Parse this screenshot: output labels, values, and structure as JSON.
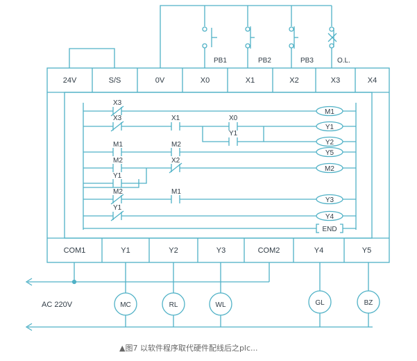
{
  "colors": {
    "wire": "#4fb1c6",
    "text": "#2f3b45",
    "caption": "#666666"
  },
  "top_terminals": [
    "24V",
    "S/S",
    "0V",
    "X0",
    "X1",
    "X2",
    "X3",
    "X4"
  ],
  "bottom_terminals": [
    "COM1",
    "Y1",
    "Y2",
    "Y3",
    "COM2",
    "Y4",
    "Y5"
  ],
  "inputs": {
    "pb1": "PB1",
    "pb2": "PB2",
    "pb3": "PB3",
    "ol": "O.L."
  },
  "ladder": {
    "r1_contact": "X3",
    "r1_coil": "M1",
    "r2_c1": "X3",
    "r2_c2": "X1",
    "r2_c3": "X0",
    "r2_coil": "Y1",
    "r3_contact": "Y1",
    "r3_coil": "Y2",
    "r4_c1": "M1",
    "r4_c2": "M2",
    "r4_coil": "Y5",
    "r5_c1": "M2",
    "r5_c2": "X2",
    "r5_coil": "M2",
    "r6_contact": "Y1",
    "r7_c1": "M2",
    "r7_c2": "M1",
    "r7_coil": "Y3",
    "r8_contact": "Y1",
    "r8_coil": "Y4",
    "end": "END"
  },
  "outputs": {
    "mc": "MC",
    "rl": "RL",
    "wl": "WL",
    "gl": "GL",
    "bz": "BZ"
  },
  "supply": "AC 220V",
  "caption": "▲图7 以软件程序取代硬件配线后之plc..."
}
